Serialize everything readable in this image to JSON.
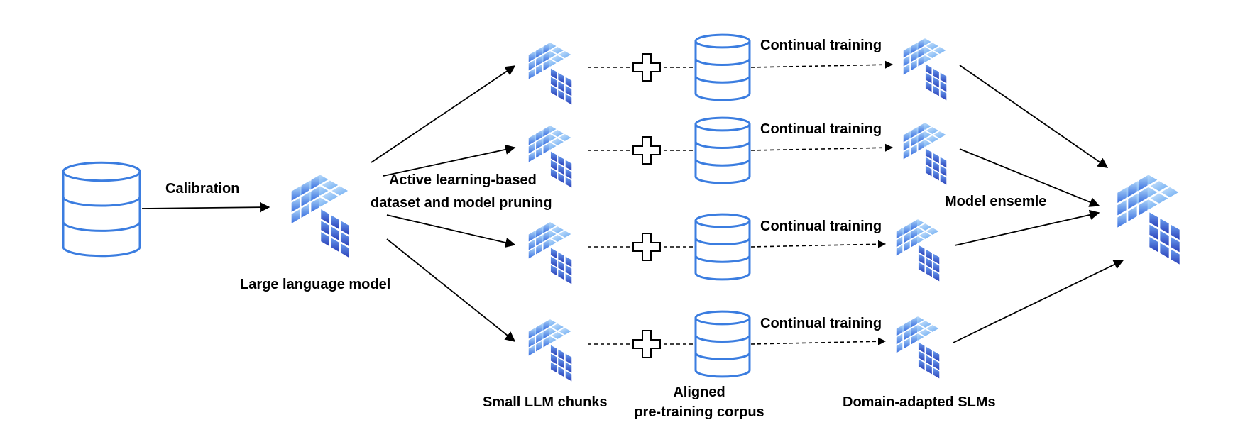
{
  "labels": {
    "calibration": "Calibration",
    "large_language_model": "Large language model",
    "pruning_line1": "Active learning-based",
    "pruning_line2": "dataset and model pruning",
    "continual_training": "Continual training",
    "model_ensemble": "Model ensemle",
    "small_llm_chunks": "Small LLM chunks",
    "aligned_line1": "Aligned",
    "aligned_line2": "pre-training corpus",
    "domain_adapted": "Domain-adapted SLMs"
  },
  "colors": {
    "db_stroke": "#3b7de0",
    "cube_light": "#a9d2f8",
    "cube_mid": "#5f9ef0",
    "cube_dark": "#2f4fc4",
    "arrow": "#000000"
  }
}
